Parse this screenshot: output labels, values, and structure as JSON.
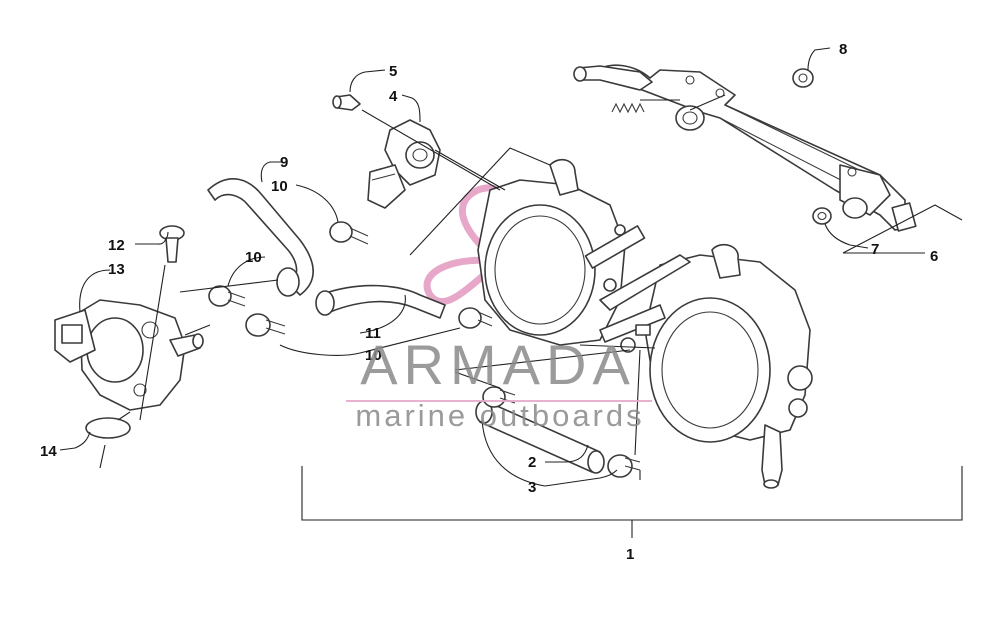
{
  "callouts": {
    "c1": "1",
    "c2": "2",
    "c3": "3",
    "c4": "4",
    "c5": "5",
    "c6": "6",
    "c7": "7",
    "c8": "8",
    "c9": "9",
    "c10a": "10",
    "c10b": "10",
    "c10c": "10",
    "c11": "11",
    "c12": "12",
    "c13": "13",
    "c14": "14"
  },
  "watermark": {
    "brand": "ARMADA",
    "tagline": "marine outboards",
    "logo_color": "#e08ab8"
  },
  "colors": {
    "line": "#3a3a3a",
    "background": "#ffffff",
    "watermark_text": "#8a8a8a"
  }
}
